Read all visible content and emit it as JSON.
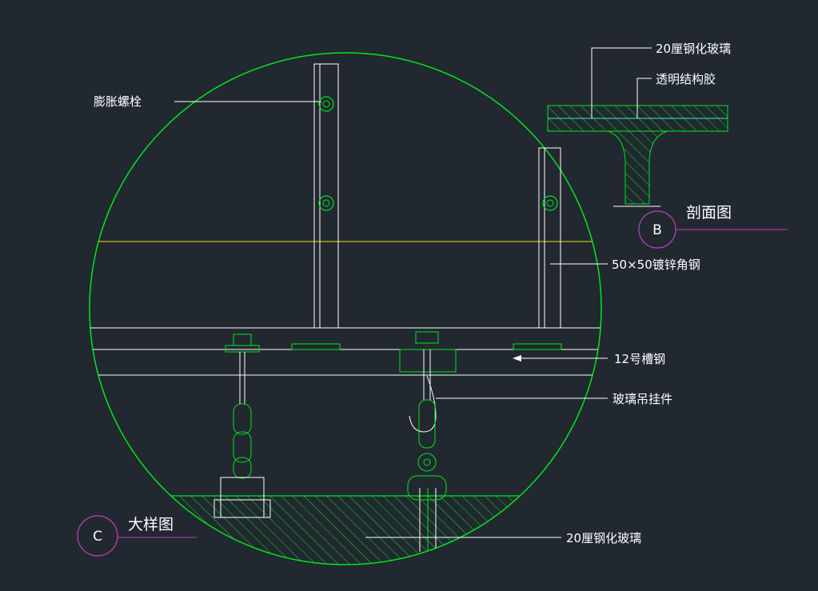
{
  "labels": {
    "expansion_bolt": "膨胀螺栓",
    "angle_steel": "50×50镀锌角钢",
    "channel_steel": "12号槽钢",
    "glass_hanger": "玻璃吊挂件",
    "tempered_glass_bottom": "20厘钢化玻璃",
    "tempered_glass_top": "20厘钢化玻璃",
    "structural_glue": "透明结构胶"
  },
  "section_b": {
    "letter": "B",
    "title": "剖面图"
  },
  "detail_c": {
    "letter": "C",
    "title": "大样图"
  },
  "colors": {
    "background": "#212830",
    "geometry": "#00e61c",
    "outline": "#ffffff",
    "ceiling_line": "#e6e600",
    "marker": "#c040c0",
    "glass_face": "#40e0e0"
  }
}
